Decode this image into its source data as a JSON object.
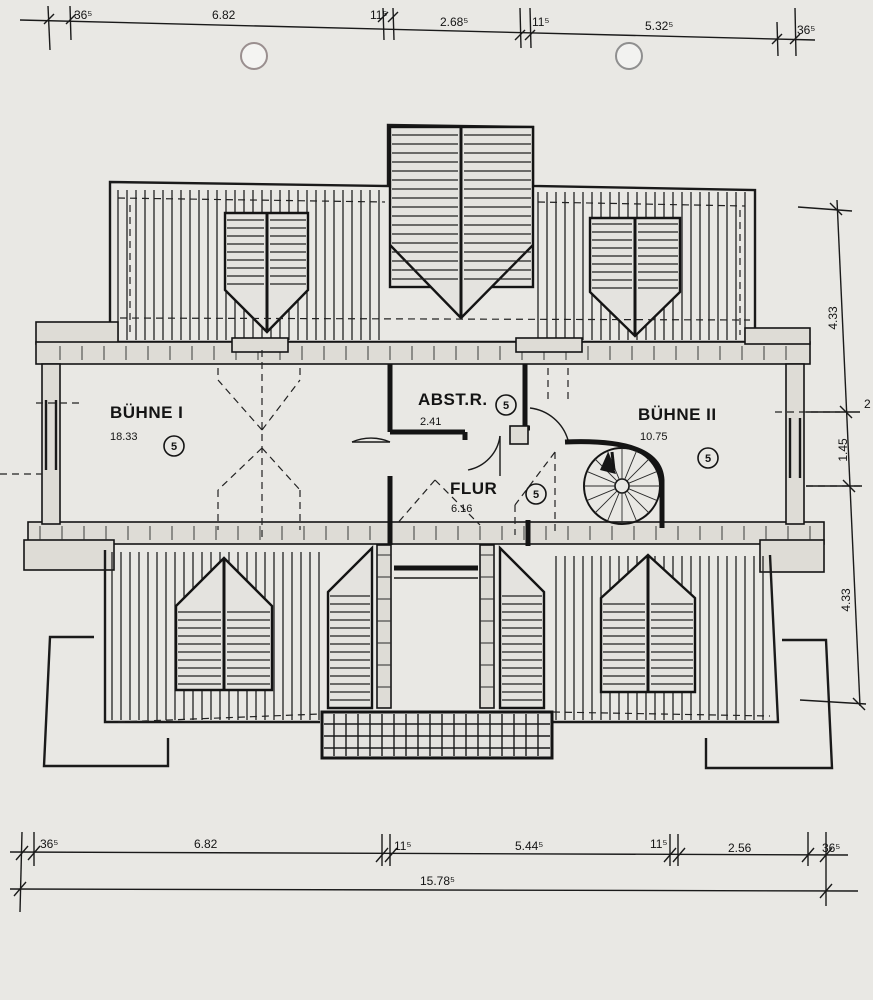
{
  "rooms": {
    "buhne1": {
      "name": "BÜHNE I",
      "area": "18.33",
      "mark": "5"
    },
    "abstr": {
      "name": "ABST.R.",
      "area": "2.41",
      "mark": "5"
    },
    "flur": {
      "name": "FLUR",
      "area": "6.16",
      "mark": "5"
    },
    "buhne2": {
      "name": "BÜHNE II",
      "area": "10.75",
      "mark": "5"
    }
  },
  "dims": {
    "top": [
      "36⁵",
      "6.82",
      "11⁵",
      "2.68⁵",
      "11⁵",
      "5.32⁵",
      "36⁵"
    ],
    "bottom": [
      "36⁵",
      "6.82",
      "11⁵",
      "5.44⁵",
      "11⁵",
      "2.56",
      "36⁵"
    ],
    "overall": "15.78⁵",
    "right": [
      "4.33",
      "1.45",
      "4.33"
    ],
    "right_cut": "2"
  }
}
